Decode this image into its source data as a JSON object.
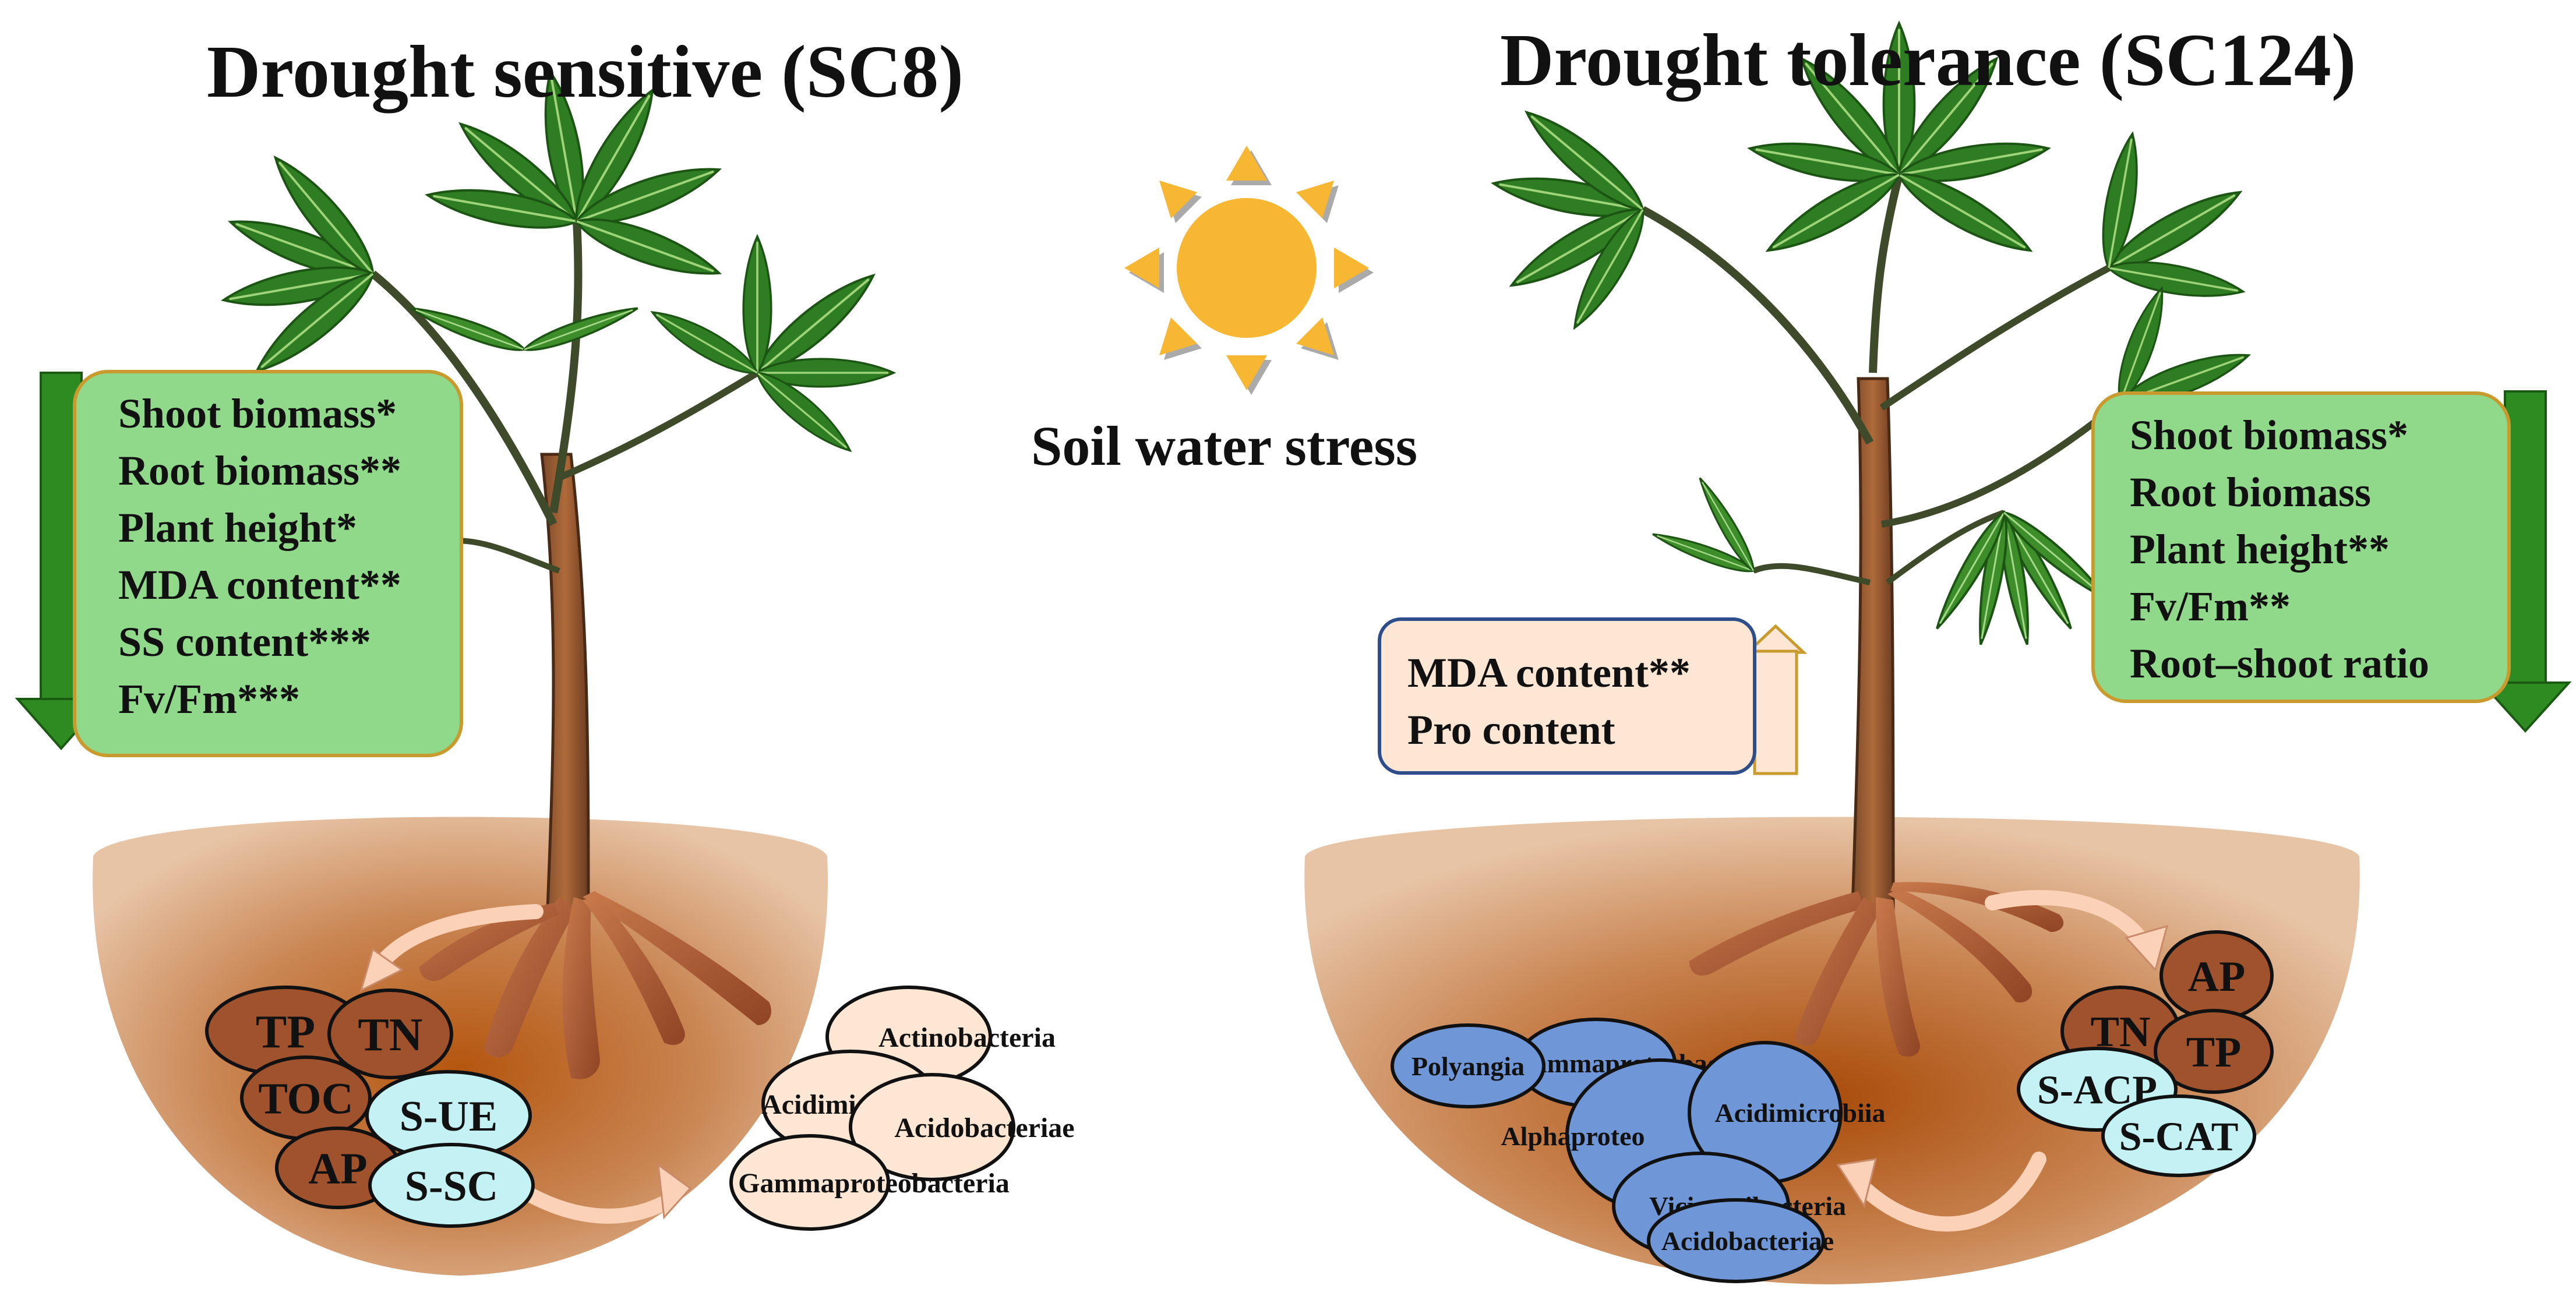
{
  "left": {
    "title": "Drought sensitive (SC8)",
    "traits": [
      "Shoot biomass*",
      "Root biomass**",
      "Plant height*",
      "MDA content**",
      "SS content***",
      "Fv/Fm***"
    ],
    "soil_properties": [
      "TP",
      "TN",
      "TOC",
      "AP"
    ],
    "enzymes": [
      "S-UE",
      "S-SC"
    ],
    "bacteria": [
      "Actinobacteria",
      "Acidimicrobiia",
      "Acidobacteriae",
      "Gammaproteobacteria"
    ]
  },
  "center": {
    "label": "Soil water stress",
    "sun_icon": "sun-icon"
  },
  "right": {
    "title": "Drought tolerance (SC124)",
    "traits": [
      "Shoot biomass*",
      "Root biomass",
      "Plant height**",
      "Fv/Fm**",
      "Root–shoot ratio"
    ],
    "increase_traits": [
      "MDA content**",
      "Pro content"
    ],
    "soil_properties": [
      "AP",
      "TN",
      "TP"
    ],
    "enzymes": [
      "S-ACP",
      "S-CAT"
    ],
    "bacteria": [
      "Gammaproteobacteria",
      "Polyangia",
      "Alphaproteo",
      "Acidimicrobiia",
      "Vicinamibacteria",
      "Acidobacteriae"
    ]
  },
  "colors": {
    "decrease_arrow": "#2e8b22",
    "increase_arrow": "#fde6d4",
    "soil_property": "#a0522d",
    "enzyme": "#c4f1f3",
    "left_bacteria": "#fde6d4",
    "right_bacteria": "#6f97d8",
    "soil": "#b9652a",
    "leaf": "#2f7d22",
    "sun": "#f7b733"
  }
}
